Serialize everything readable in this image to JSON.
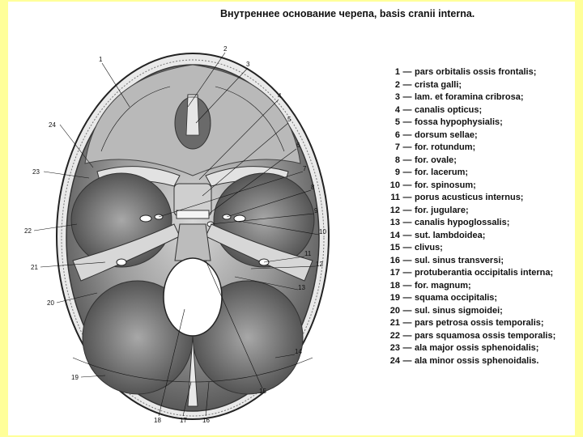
{
  "title": "Внутреннее основание черепа, basis cranii interna.",
  "legend": [
    {
      "num": "1",
      "dash": "—",
      "text": "pars orbitalis ossis frontalis;"
    },
    {
      "num": "2",
      "dash": "—",
      "text": "crista galli;"
    },
    {
      "num": "3",
      "dash": "—",
      "text": "lam. et foramina cribrosa;"
    },
    {
      "num": "4",
      "dash": "—",
      "text": "canalis opticus;"
    },
    {
      "num": "5",
      "dash": "—",
      "text": "fossa hypophysialis;"
    },
    {
      "num": "6",
      "dash": "—",
      "text": "dorsum sellae;"
    },
    {
      "num": "7",
      "dash": "—",
      "text": "for. rotundum;"
    },
    {
      "num": "8",
      "dash": "—",
      "text": "for. ovale;"
    },
    {
      "num": "9",
      "dash": "—",
      "text": "for. lacerum;"
    },
    {
      "num": "10",
      "dash": "—",
      "text": "for. spinosum;"
    },
    {
      "num": "11",
      "dash": "—",
      "text": "porus acusticus internus;"
    },
    {
      "num": "12",
      "dash": "—",
      "text": "for. jugulare;"
    },
    {
      "num": "13",
      "dash": "—",
      "text": "canalis hypoglossalis;"
    },
    {
      "num": "14",
      "dash": "—",
      "text": "sut. lambdoidea;"
    },
    {
      "num": "15",
      "dash": "—",
      "text": "clivus;"
    },
    {
      "num": "16",
      "dash": "—",
      "text": "sul. sinus transversi;"
    },
    {
      "num": "17",
      "dash": "—",
      "text": "protuberantia occipitalis interna;"
    },
    {
      "num": "18",
      "dash": "—",
      "text": "for. magnum;"
    },
    {
      "num": "19",
      "dash": "—",
      "text": "squama occipitalis;"
    },
    {
      "num": "20",
      "dash": "—",
      "text": "sul. sinus sigmoidei;"
    },
    {
      "num": "21",
      "dash": "—",
      "text": "pars petrosa ossis temporalis;"
    },
    {
      "num": "22",
      "dash": "—",
      "text": "pars squamosa ossis temporalis;"
    },
    {
      "num": "23",
      "dash": "—",
      "text": "ala major ossis sphenoidalis;"
    },
    {
      "num": "24",
      "dash": "—",
      "text": "ala minor ossis sphenoidalis."
    }
  ],
  "figure_labels": [
    "1",
    "2",
    "3",
    "4",
    "5",
    "6",
    "7",
    "8",
    "9",
    "10",
    "11",
    "12",
    "13",
    "14",
    "15",
    "16",
    "17",
    "18",
    "19",
    "20",
    "21",
    "22",
    "23",
    "24"
  ],
  "colors": {
    "frame": "#ffff99",
    "background": "#ffffff",
    "ink": "#111111"
  }
}
